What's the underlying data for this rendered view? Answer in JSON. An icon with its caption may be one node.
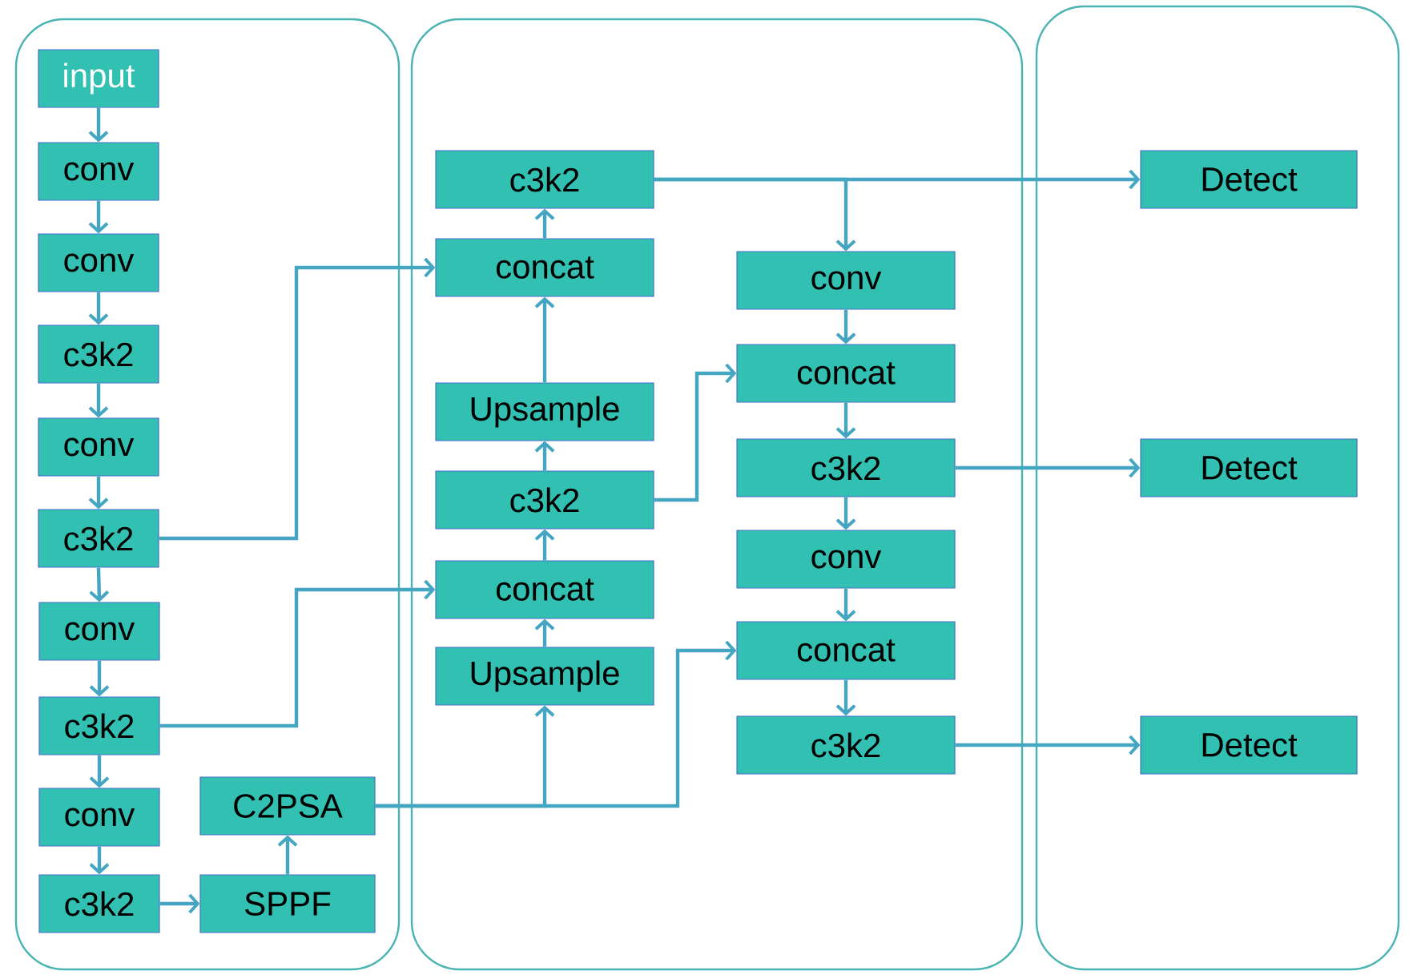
{
  "diagram": {
    "nodes": [
      {
        "text": [],
        "shape": "box"
      },
      {
        "text": [],
        "shape": "box"
      },
      {
        "text": [],
        "shape": "box"
      },
      {
        "text": [
          "input"
        ],
        "in": 0
      },
      {
        "text": [
          "conv"
        ],
        "in": 0
      },
      {
        "text": [
          "conv"
        ],
        "in": 0
      },
      {
        "text": [
          "c3k2"
        ],
        "in": 0
      },
      {
        "text": [
          "conv"
        ],
        "in": 0
      },
      {
        "text": [
          "c3k2"
        ],
        "in": 0
      },
      {
        "text": [
          "conv"
        ],
        "in": 0
      },
      {
        "text": [
          "c3k2"
        ],
        "in": 0
      },
      {
        "text": [
          "conv"
        ],
        "in": 0
      },
      {
        "text": [
          "c3k2"
        ],
        "in": 0
      },
      {
        "text": [
          "SPPF"
        ],
        "in": 0
      },
      {
        "text": [
          "C2PSA"
        ],
        "in": 0
      },
      {
        "text": [
          "c3k2"
        ],
        "in": 1
      },
      {
        "text": [
          "concat"
        ],
        "in": 1
      },
      {
        "text": [
          "Upsample"
        ],
        "in": 1
      },
      {
        "text": [
          "c3k2"
        ],
        "in": 1
      },
      {
        "text": [
          "concat"
        ],
        "in": 1
      },
      {
        "text": [
          "Upsample"
        ],
        "in": 1
      },
      {
        "text": [
          "conv"
        ],
        "in": 1
      },
      {
        "text": [
          "concat"
        ],
        "in": 1
      },
      {
        "text": [
          "c3k2"
        ],
        "in": 1
      },
      {
        "text": [
          "conv"
        ],
        "in": 1
      },
      {
        "text": [
          "concat"
        ],
        "in": 1
      },
      {
        "text": [
          "c3k2"
        ],
        "in": 1
      },
      {
        "text": [
          "Detect"
        ],
        "in": 2
      },
      {
        "text": [
          "Detect"
        ],
        "in": 2
      },
      {
        "text": [
          "Detect"
        ],
        "in": 2
      }
    ],
    "edges": [
      {
        "from": 3,
        "to": 4,
        "arrow": "to"
      },
      {
        "from": 4,
        "to": 5,
        "arrow": "to"
      },
      {
        "from": 5,
        "to": 6,
        "arrow": "to"
      },
      {
        "from": 6,
        "to": 7,
        "arrow": "to"
      },
      {
        "from": 7,
        "to": 8,
        "arrow": "to"
      },
      {
        "from": 8,
        "to": 9,
        "arrow": "to"
      },
      {
        "from": 9,
        "to": 10,
        "arrow": "to"
      },
      {
        "from": 10,
        "to": 11,
        "arrow": "to"
      },
      {
        "from": 11,
        "to": 12,
        "arrow": "to"
      },
      {
        "from": 12,
        "to": 13,
        "arrow": "to"
      },
      {
        "from": 13,
        "to": 14,
        "arrow": "to"
      },
      {
        "from": 14,
        "to": 20,
        "arrow": "to"
      },
      {
        "from": 14,
        "to": 25,
        "arrow": "to"
      },
      {
        "from": 20,
        "to": 19,
        "arrow": "to"
      },
      {
        "from": 19,
        "to": 18,
        "arrow": "to"
      },
      {
        "from": 18,
        "to": 17,
        "arrow": "to"
      },
      {
        "from": 17,
        "to": 16,
        "arrow": "to"
      },
      {
        "from": 16,
        "to": 15,
        "arrow": "to"
      },
      {
        "from": 8,
        "to": 16,
        "arrow": "to"
      },
      {
        "from": 10,
        "to": 19,
        "arrow": "to"
      },
      {
        "from": 18,
        "to": 22,
        "arrow": "to"
      },
      {
        "from": 15,
        "to": 27,
        "arrow": "to"
      },
      {
        "from": 15,
        "to": 21,
        "arrow": "to"
      },
      {
        "from": 21,
        "to": 22,
        "arrow": "to"
      },
      {
        "from": 22,
        "to": 23,
        "arrow": "to"
      },
      {
        "from": 23,
        "to": 24,
        "arrow": "to"
      },
      {
        "from": 24,
        "to": 25,
        "arrow": "to"
      },
      {
        "from": 25,
        "to": 26,
        "arrow": "to"
      },
      {
        "from": 23,
        "to": 28,
        "arrow": "to"
      },
      {
        "from": 26,
        "to": 29,
        "arrow": "to"
      }
    ]
  }
}
